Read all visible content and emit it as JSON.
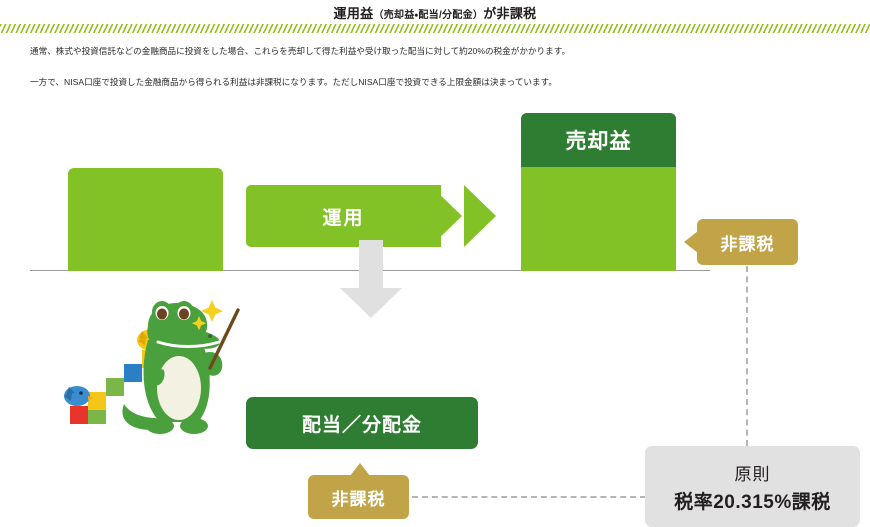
{
  "header": {
    "title_main_1": "運用益",
    "title_sub": "（売却益・配当/分配金）",
    "title_main_2": "が非課税",
    "divider": "hatched-green-band"
  },
  "intro": {
    "paragraph_1": "通常、株式や投資信託などの金融商品に投資をした場合、これらを売却して得た利益や受け取った配当に対して約20%の税金がかかります。",
    "paragraph_2": "一方で、NISA口座で投資した金融商品から得られる利益は非課税になります。ただしNISA口座で投資できる上限金額は決まっています。"
  },
  "diagram": {
    "principal_bar": {
      "label": "",
      "color": "#82c226"
    },
    "flow_arrow": {
      "label": "運用",
      "color": "#82c226"
    },
    "growth_bar": {
      "gain_label": "売却益",
      "gain_color": "#2f7d32",
      "body_color": "#82c226"
    },
    "dividend_box": {
      "label": "配当／分配金",
      "color": "#2f7d32"
    },
    "badge_gain": {
      "label": "非課税",
      "color": "#c2a448"
    },
    "badge_dividend": {
      "label": "非課税",
      "color": "#c2a448"
    },
    "taxed_box": {
      "line_1": "原則",
      "line_2": "税率20.315%課税",
      "color": "#e1e1e1"
    },
    "mascot": {
      "name": "crocodile-mascot-with-pointer"
    }
  },
  "colors": {
    "light_green": "#82c226",
    "dark_green": "#2f7d32",
    "tan": "#c2a448",
    "gray_box": "#e1e1e1",
    "divider_green": "#93c01f"
  }
}
